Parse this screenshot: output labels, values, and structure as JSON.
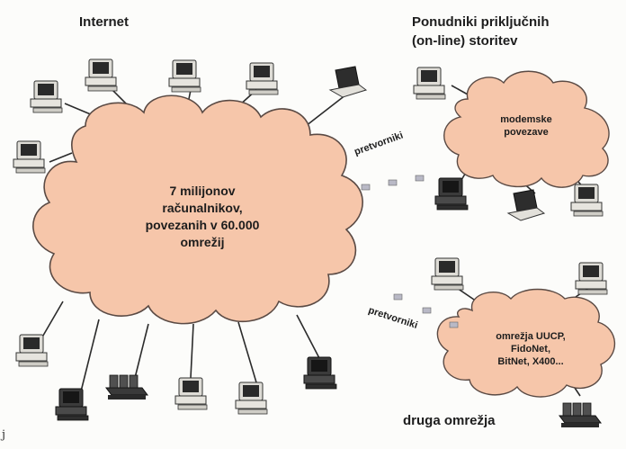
{
  "labels": {
    "internet": "Internet",
    "providers_line1": "Ponudniki priključnih",
    "providers_line2": "(on-line) storitev",
    "cloud_main_line1": "7 milijonov",
    "cloud_main_line2": "računalnikov,",
    "cloud_main_line3": "povezanih v 60.000",
    "cloud_main_line4": "omrežij",
    "cloud_modem_line1": "modemske",
    "cloud_modem_line2": "povezave",
    "converters_top": "pretvorniki",
    "converters_bottom": "pretvorniki",
    "cloud_other_line1": "omrežja UUCP,",
    "cloud_other_line2": "FidoNet,",
    "cloud_other_line3": "BitNet, X400...",
    "other_networks": "druga omrežja",
    "corner_mark": "j"
  },
  "colors": {
    "cloud_fill": "#f6c6aa",
    "cloud_stroke": "#5a4a44",
    "link_line": "#2b2b2b",
    "computer_light": "#dedcd6",
    "computer_dark": "#3b3b3b",
    "screen_dark": "#252525",
    "converter_box": "#b9b9c6"
  },
  "icons": [
    "desktop-computer-icon",
    "laptop-computer-icon",
    "server-rack-icon",
    "converter-box-icon"
  ]
}
